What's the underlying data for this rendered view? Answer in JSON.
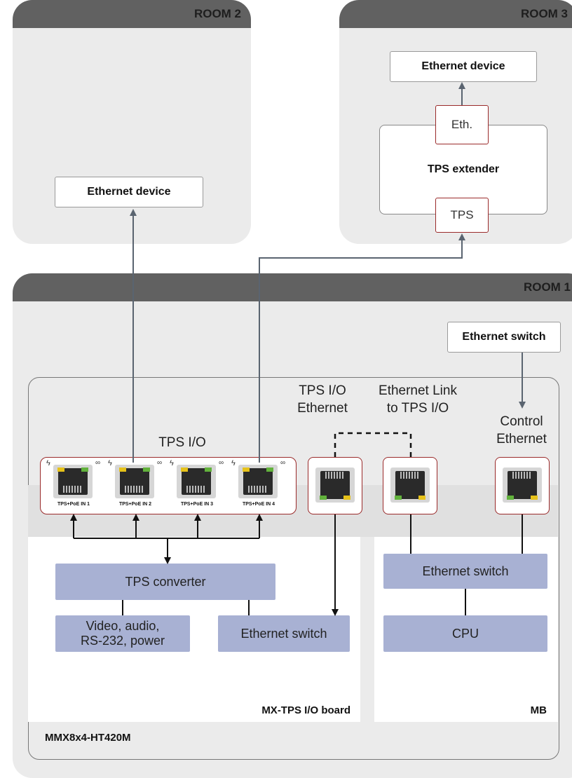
{
  "rooms": {
    "room2": "ROOM 2",
    "room3": "ROOM 3",
    "room1": "ROOM 1"
  },
  "room2": {
    "ethernet_device": "Ethernet device"
  },
  "room3": {
    "ethernet_device": "Ethernet device",
    "extender": "TPS extender",
    "eth_port": "Eth.",
    "tps_port": "TPS"
  },
  "room1": {
    "ethernet_switch": "Ethernet switch",
    "device_name": "MMX8x4-HT420M",
    "labels": {
      "tps_io": "TPS I/O",
      "tps_io_ethernet": "TPS I/O\nEthernet",
      "ethernet_link": "Ethernet Link\nto TPS I/O",
      "control_ethernet": "Control\nEthernet"
    },
    "ports": [
      "TPS+PoE IN 1",
      "TPS+PoE IN 2",
      "TPS+PoE IN 3",
      "TPS+PoE IN 4"
    ],
    "io_board": {
      "name": "MX-TPS I/O board",
      "tps_converter": "TPS converter",
      "video_audio": "Video, audio,\nRS-232, power",
      "ethernet_switch": "Ethernet switch"
    },
    "mb": {
      "name": "MB",
      "ethernet_switch": "Ethernet switch",
      "cpu": "CPU"
    }
  },
  "colors": {
    "room_bg": "#ebebeb",
    "room_bar": "#616161",
    "block": "#a8b1d3",
    "port_border": "#9a2a2a",
    "arrow": "#5a6470"
  }
}
